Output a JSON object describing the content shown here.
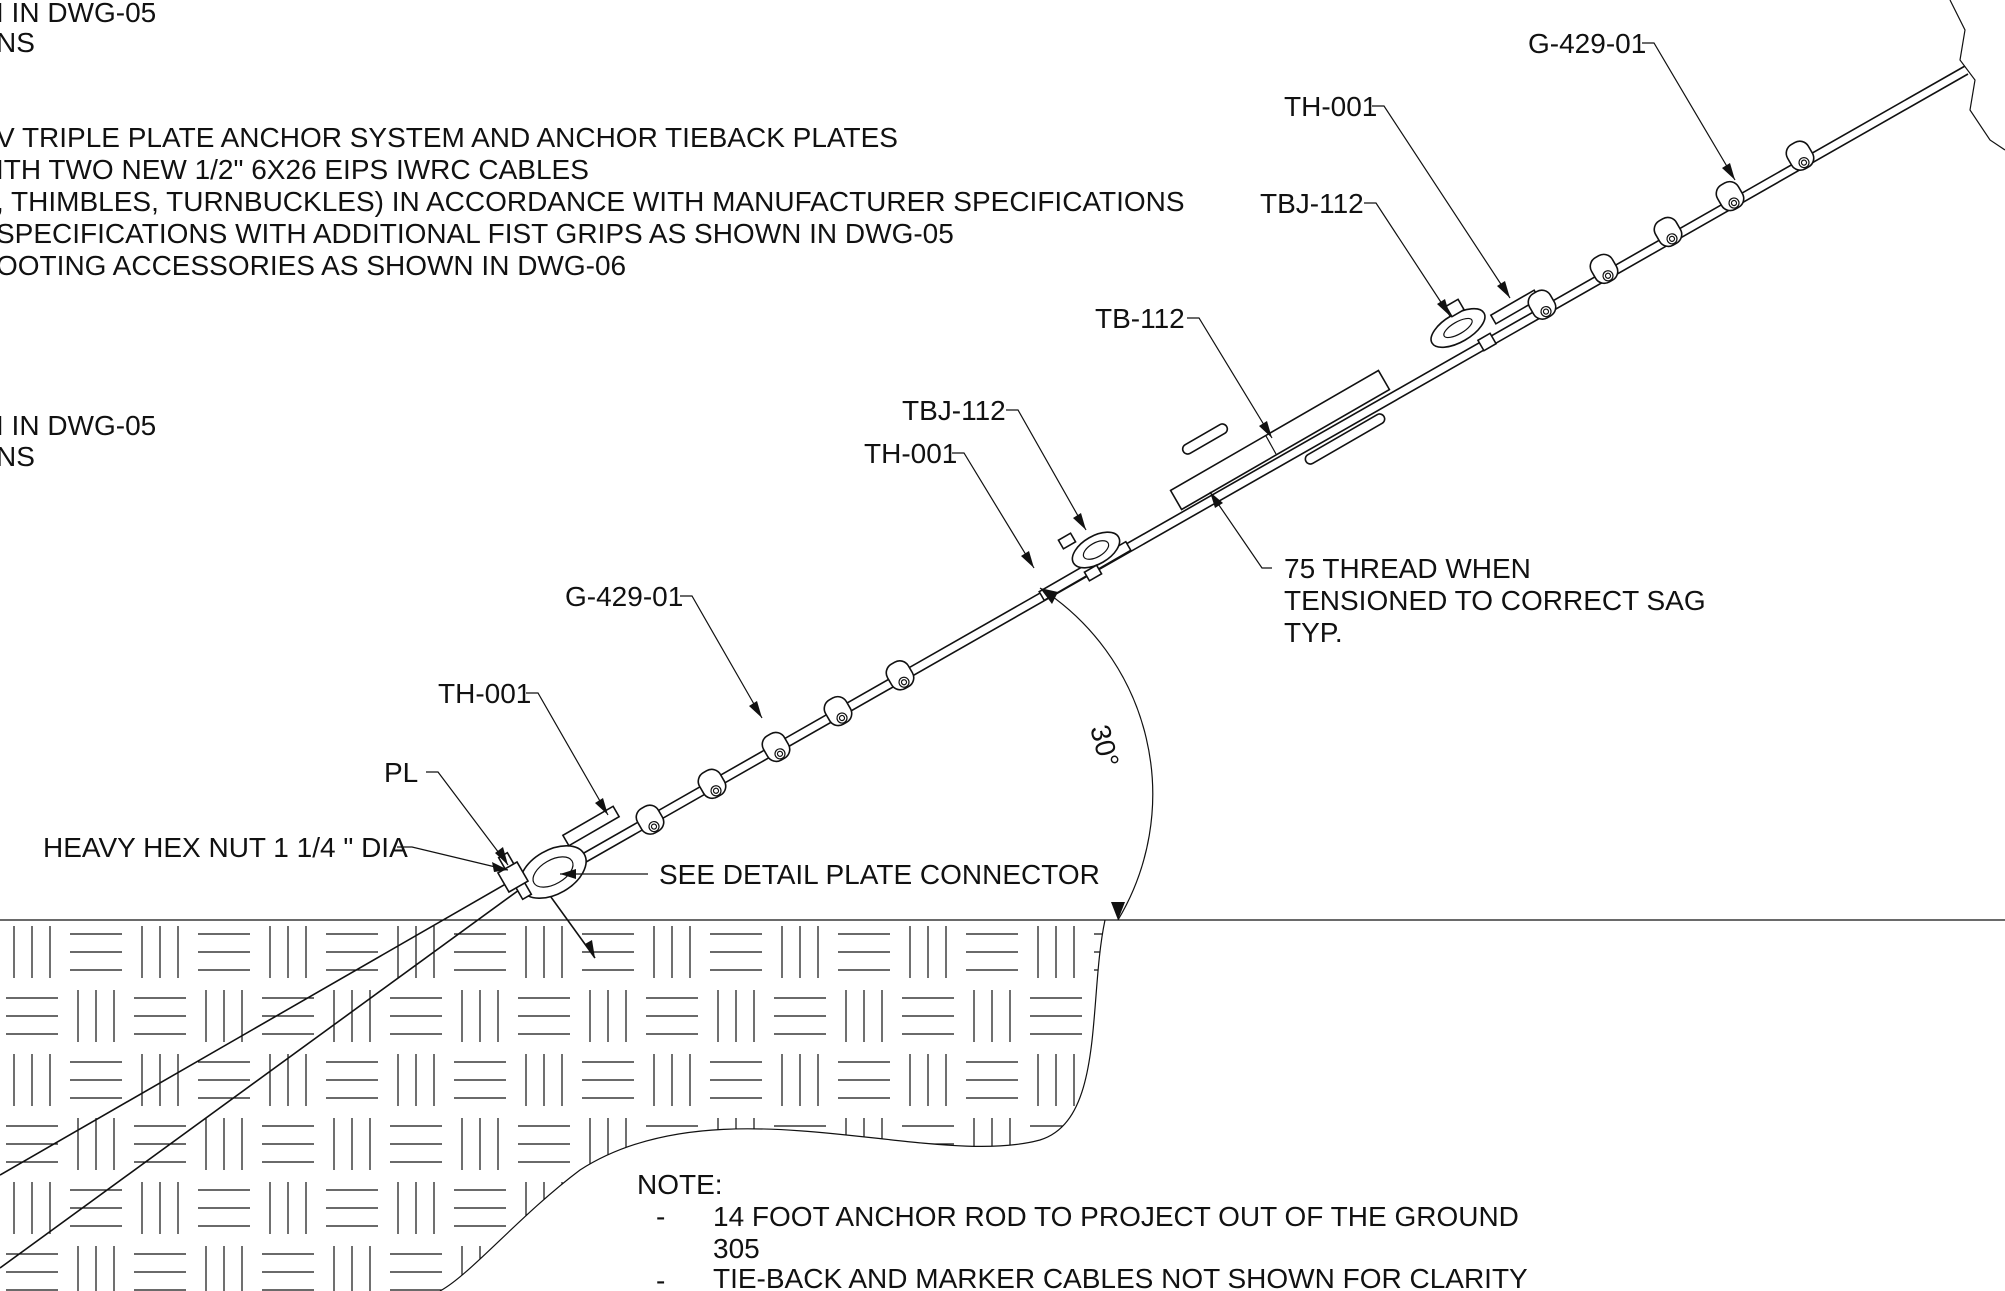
{
  "general_notes": [
    "I IN DWG-05",
    "NS",
    "V TRIPLE PLATE ANCHOR SYSTEM AND ANCHOR TIEBACK PLATES",
    "ITH TWO NEW 1/2\" 6X26 EIPS IWRC CABLES",
    ", THIMBLES, TURNBUCKLES) IN ACCORDANCE WITH MANUFACTURER SPECIFICATIONS",
    " SPECIFICATIONS WITH ADDITIONAL FIST GRIPS AS SHOWN IN DWG-05",
    "OOTING ACCESSORIES AS SHOWN IN DWG-06",
    "I IN DWG-05",
    "NS"
  ],
  "labels": {
    "g429_upper": "G-429-01",
    "th001_upper": "TH-001",
    "tbj112_upper": "TBJ-112",
    "tb112": "TB-112",
    "tbj112_lower": "TBJ-112",
    "th001_mid": "TH-001",
    "g429_lower": "G-429-01",
    "th001_lower": "TH-001",
    "pl": "PL",
    "hex_nut": "HEAVY HEX NUT 1 1/4 \" DIA",
    "plate_connector": "SEE DETAIL PLATE CONNECTOR",
    "thread_note": [
      "75 THREAD WHEN",
      "TENSIONED TO CORRECT SAG",
      "TYP."
    ],
    "angle": "30°"
  },
  "note": {
    "heading": "NOTE:",
    "bullets": [
      {
        "dash": "-",
        "lines": [
          "14 FOOT ANCHOR ROD TO PROJECT OUT OF THE GROUND",
          "305"
        ]
      },
      {
        "dash": "-",
        "lines": [
          "TIE-BACK AND MARKER CABLES NOT SHOWN FOR CLARITY"
        ]
      }
    ]
  }
}
